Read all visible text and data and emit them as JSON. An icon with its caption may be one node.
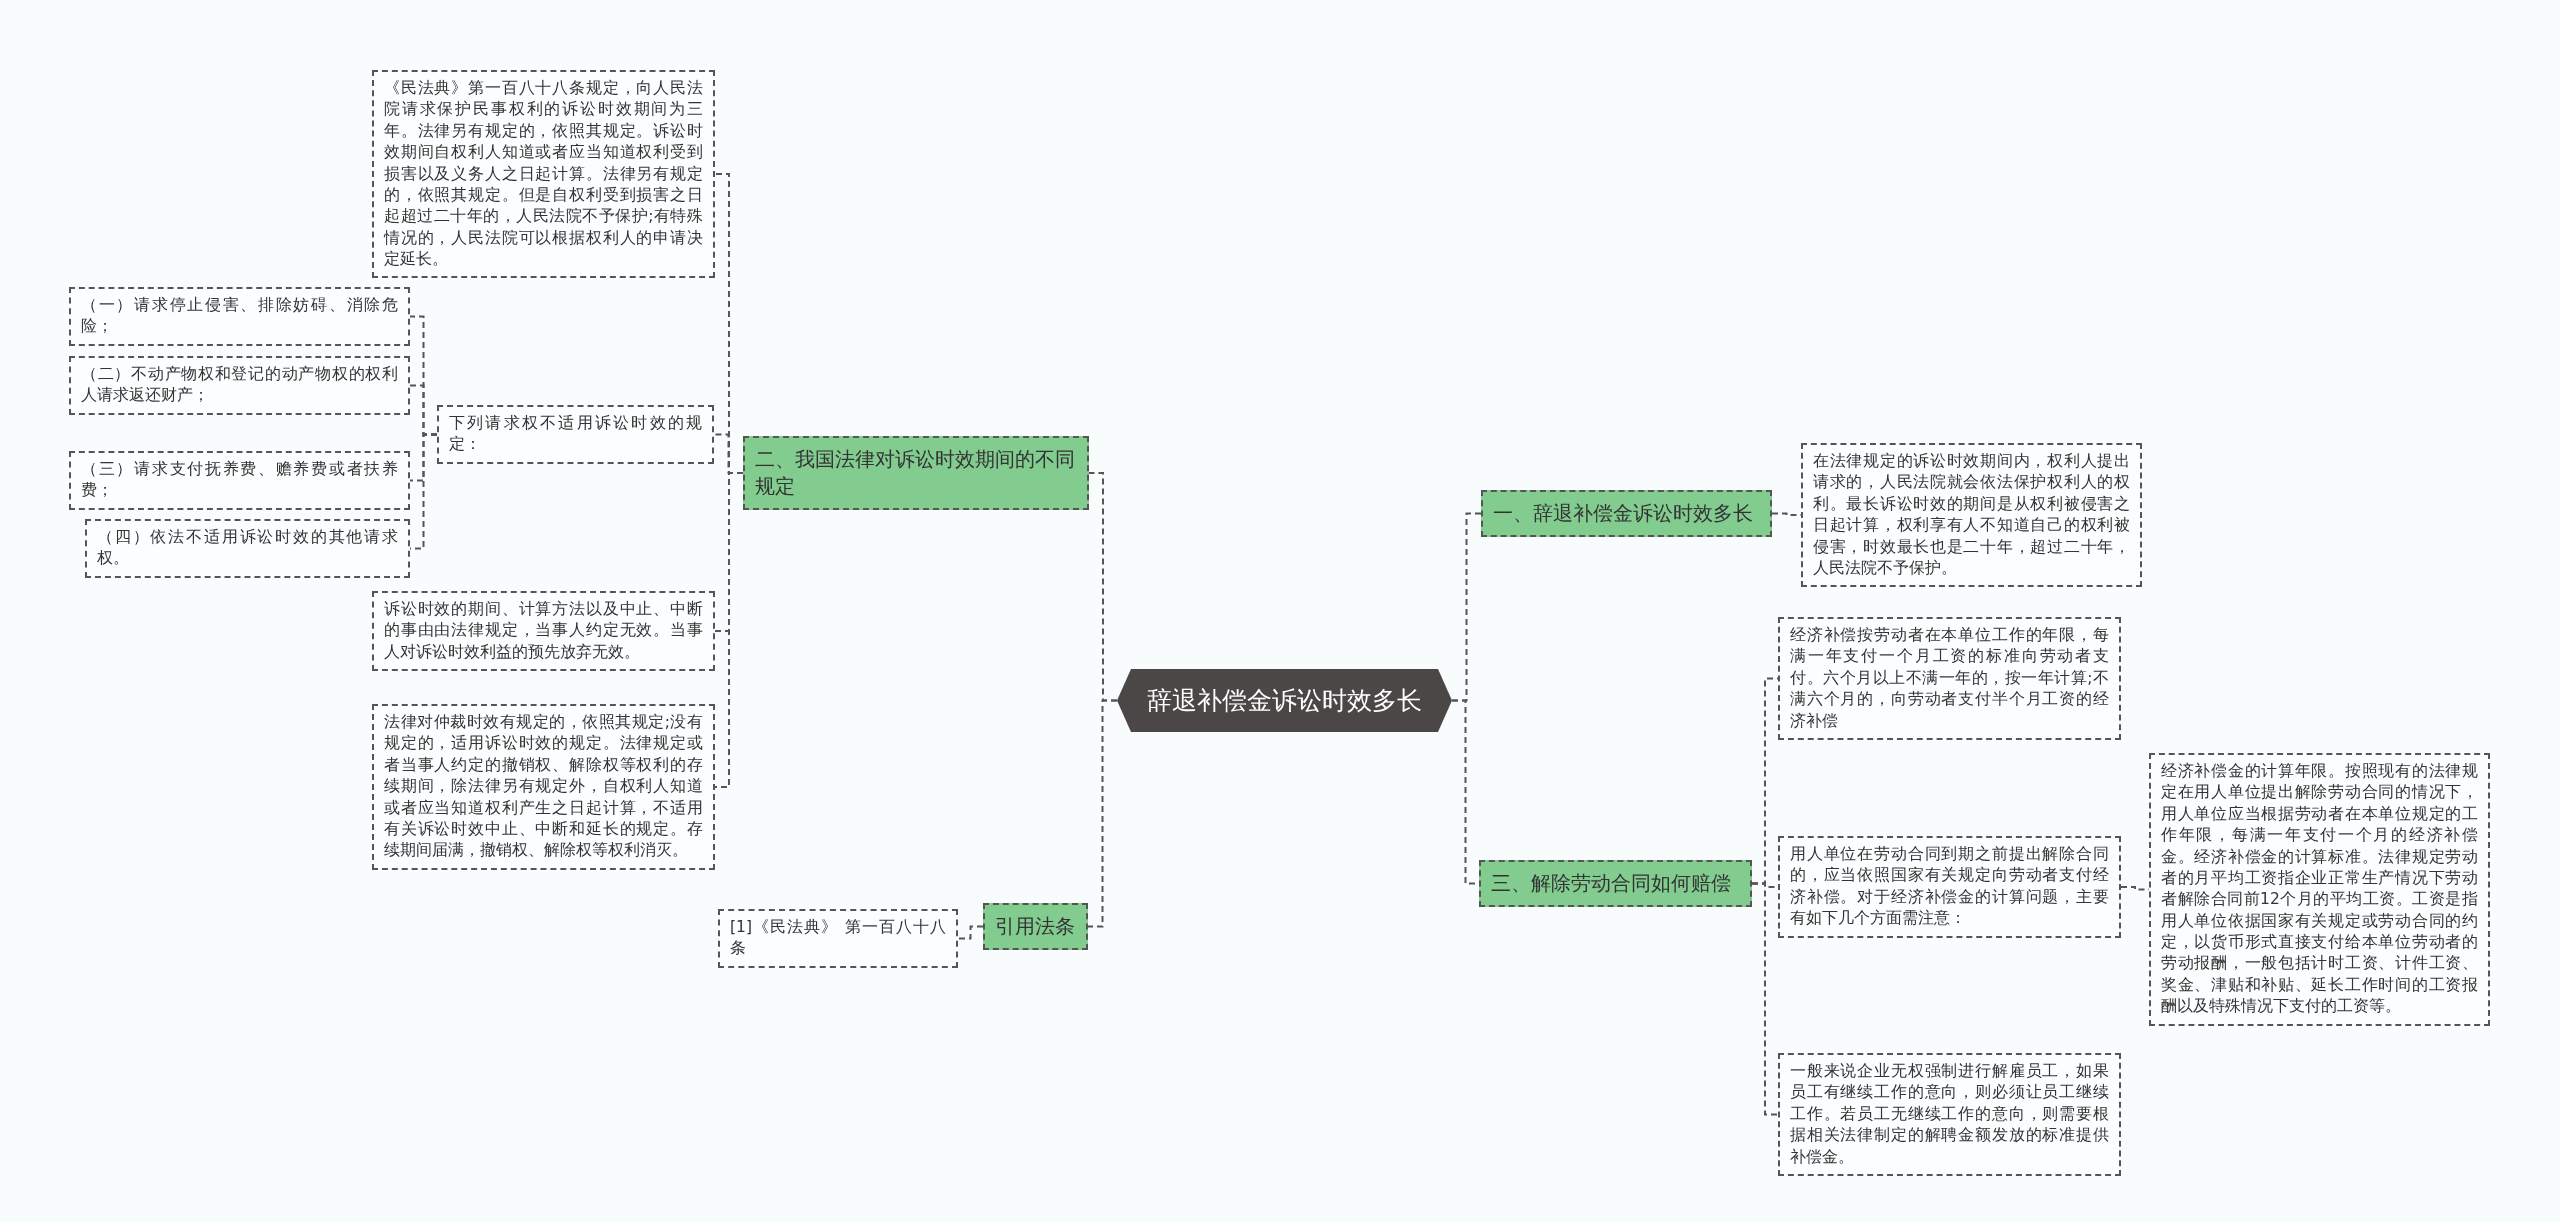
{
  "diagram": {
    "nodes": [
      {
        "text": [
          "辞退补偿金诉讼时效多长"
        ]
      },
      {
        "text": [
          "一、辞退补偿金诉讼时效多长"
        ]
      },
      {
        "text": [
          "在法律规定的诉讼时效期间内，权利人提出请求的，人民法院就会依法保护权利人的权利。最长诉讼时效的期间是从权利被侵害之日起计算，权利享有人不知道自己的权利被侵害，时效最长也是二十年，超过二十年，人民法院不予保护。"
        ]
      },
      {
        "text": [
          "二、我国法律对诉讼时效期间的不同规定"
        ]
      },
      {
        "text": [
          "《民法典》第一百八十八条规定，向人民法院请求保护民事权利的诉讼时效期间为三年。法律另有规定的，依照其规定。诉讼时效期间自权利人知道或者应当知道权利受到损害以及义务人之日起计算。法律另有规定的，依照其规定。但是自权利受到损害之日起超过二十年的，人民法院不予保护;有特殊情况的，人民法院可以根据权利人的申请决定延长。"
        ]
      },
      {
        "text": [
          "下列请求权不适用诉讼时效的规定："
        ]
      },
      {
        "text": [
          "（一）请求停止侵害、排除妨碍、消除危险；"
        ]
      },
      {
        "text": [
          "（二）不动产物权和登记的动产物权的权利人请求返还财产；"
        ]
      },
      {
        "text": [
          "（三）请求支付抚养费、赡养费或者扶养费；"
        ]
      },
      {
        "text": [
          "（四）依法不适用诉讼时效的其他请求权。"
        ]
      },
      {
        "text": [
          "诉讼时效的期间、计算方法以及中止、中断的事由由法律规定，当事人约定无效。当事人对诉讼时效利益的预先放弃无效。"
        ]
      },
      {
        "text": [
          "法律对仲裁时效有规定的，依照其规定;没有规定的，适用诉讼时效的规定。法律规定或者当事人约定的撤销权、解除权等权利的存续期间，除法律另有规定外，自权利人知道或者应当知道权利产生之日起计算，不适用有关诉讼时效中止、中断和延长的规定。存续期间届满，撤销权、解除权等权利消灭。"
        ]
      },
      {
        "text": [
          "引用法条"
        ]
      },
      {
        "text": [
          "[1]《民法典》 第一百八十八条"
        ]
      },
      {
        "text": [
          "三、解除劳动合同如何赔偿"
        ]
      },
      {
        "text": [
          "经济补偿按劳动者在本单位工作的年限，每满一年支付一个月工资的标准向劳动者支付。六个月以上不满一年的，按一年计算;不满六个月的，向劳动者支付半个月工资的经济补偿"
        ]
      },
      {
        "text": [
          "用人单位在劳动合同到期之前提出解除合同的，应当依照国家有关规定向劳动者支付经济补偿。对于经济补偿金的计算问题，主要有如下几个方面需注意："
        ]
      },
      {
        "text": [
          "经济补偿金的计算年限。按照现有的法律规定在用人单位提出解除劳动合同的情况下，用人单位应当根据劳动者在本单位规定的工作年限，每满一年支付一个月的经济补偿金。经济补偿金的计算标准。法律规定劳动者的月平均工资指企业正常生产情况下劳动者解除合同前12个月的平均工资。工资是指用人单位依据国家有关规定或劳动合同的约定，以货币形式直接支付给本单位劳动者的劳动报酬，一般包括计时工资、计件工资、奖金、津贴和补贴、延长工作时间的工资报酬以及特殊情况下支付的工资等。"
        ]
      },
      {
        "text": [
          "一般来说企业无权强制进行解雇员工，如果员工有继续工作的意向，则必须让员工继续工作。若员工无继续工作的意向，则需要根据相关法律制定的解聘金额发放的标准提供补偿金。"
        ]
      }
    ],
    "edges": [
      {
        "from": 0,
        "to": 1,
        "arrow": "none"
      },
      {
        "from": 1,
        "to": 2,
        "arrow": "none"
      },
      {
        "from": 0,
        "to": 3,
        "arrow": "none"
      },
      {
        "from": 3,
        "to": 4,
        "arrow": "none"
      },
      {
        "from": 3,
        "to": 5,
        "arrow": "none"
      },
      {
        "from": 5,
        "to": 6,
        "arrow": "none"
      },
      {
        "from": 5,
        "to": 7,
        "arrow": "none"
      },
      {
        "from": 5,
        "to": 8,
        "arrow": "none"
      },
      {
        "from": 5,
        "to": 9,
        "arrow": "none"
      },
      {
        "from": 3,
        "to": 10,
        "arrow": "none"
      },
      {
        "from": 3,
        "to": 11,
        "arrow": "none"
      },
      {
        "from": 0,
        "to": 12,
        "arrow": "none"
      },
      {
        "from": 12,
        "to": 13,
        "arrow": "none"
      },
      {
        "from": 0,
        "to": 14,
        "arrow": "none"
      },
      {
        "from": 14,
        "to": 15,
        "arrow": "none"
      },
      {
        "from": 14,
        "to": 16,
        "arrow": "none"
      },
      {
        "from": 16,
        "to": 17,
        "arrow": "none"
      },
      {
        "from": 14,
        "to": 18,
        "arrow": "none"
      }
    ]
  }
}
